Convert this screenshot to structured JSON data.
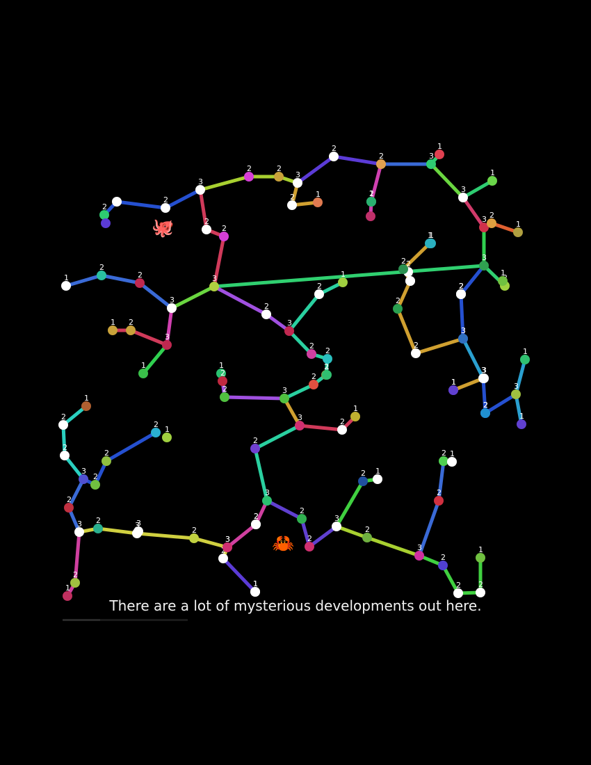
{
  "caption": "There are a lot of mysterious developments out here.",
  "creatures": [
    {
      "id": "octopus",
      "icon": "octopus-icon",
      "glyph": "🐙",
      "color": "#7b4fb0"
    },
    {
      "id": "crab",
      "icon": "crab-icon",
      "glyph": "🦀",
      "color": "#c62828"
    }
  ],
  "progress": 0.3,
  "nodes": [
    {
      "id": "n1",
      "label": "",
      "color": "#ffffff"
    },
    {
      "id": "n2",
      "label": "2",
      "color": "#ffffff"
    },
    {
      "id": "n3",
      "label": "2",
      "color": "#2ecc71"
    },
    {
      "id": "n4",
      "label": "",
      "color": "#5b3bd6"
    },
    {
      "id": "n5",
      "label": "3",
      "color": "#ffffff"
    },
    {
      "id": "n6",
      "label": "2",
      "color": "#d63fd6"
    },
    {
      "id": "n7",
      "label": "2",
      "color": "#c9a23a"
    },
    {
      "id": "n8",
      "label": "3",
      "color": "#ffffff"
    },
    {
      "id": "n9",
      "label": "2",
      "color": "#ffffff"
    },
    {
      "id": "n10",
      "label": "1",
      "color": "#e07a50"
    },
    {
      "id": "n11",
      "label": "2",
      "color": "#ffffff"
    },
    {
      "id": "n12",
      "label": "2",
      "color": "#e0a050"
    },
    {
      "id": "n13",
      "label": "2",
      "color": "#2ecc71"
    },
    {
      "id": "n14",
      "label": "",
      "color": "#c0306a"
    },
    {
      "id": "n15",
      "label": "3",
      "color": "#2ecc71"
    },
    {
      "id": "n16",
      "label": "1",
      "color": "#e04050"
    },
    {
      "id": "n17",
      "label": "3",
      "color": "#ffffff"
    },
    {
      "id": "n18",
      "label": "1",
      "color": "#6ad64a"
    },
    {
      "id": "n19",
      "label": "3",
      "color": "#d0304a"
    },
    {
      "id": "n20",
      "label": "2",
      "color": "#e0a040"
    },
    {
      "id": "n21",
      "label": "1",
      "color": "#b0a040"
    },
    {
      "id": "n22",
      "label": "2",
      "color": "#ffffff"
    },
    {
      "id": "n23",
      "label": "2",
      "color": "#d63fd6"
    },
    {
      "id": "n24",
      "label": "3",
      "color": "#b0d040"
    },
    {
      "id": "n25",
      "label": "1",
      "color": "#ffffff"
    },
    {
      "id": "n26",
      "label": "2",
      "color": "#2ac0a0"
    },
    {
      "id": "n27",
      "label": "2",
      "color": "#c02850"
    },
    {
      "id": "n28",
      "label": "3",
      "color": "#ffffff"
    },
    {
      "id": "n29",
      "label": "2",
      "color": "#ffffff"
    },
    {
      "id": "n30",
      "label": "3",
      "color": "#c02850"
    },
    {
      "id": "n31",
      "label": "1",
      "color": "#c9a23a"
    },
    {
      "id": "n32",
      "label": "2",
      "color": "#c9a23a"
    },
    {
      "id": "n33",
      "label": "1",
      "color": "#3ac04a"
    },
    {
      "id": "n34",
      "label": "2",
      "color": "#ffffff"
    },
    {
      "id": "n35",
      "label": "3",
      "color": "#c02850"
    },
    {
      "id": "n36",
      "label": "2",
      "color": "#ffffff"
    },
    {
      "id": "n37",
      "label": "1",
      "color": "#a0d040"
    },
    {
      "id": "n38",
      "label": "2",
      "color": "#d040a0"
    },
    {
      "id": "n39",
      "label": "2",
      "color": "#2ac0c0"
    },
    {
      "id": "n40",
      "label": "1",
      "color": "#2ab0c0"
    },
    {
      "id": "n41",
      "label": "2",
      "color": "#2a9050"
    },
    {
      "id": "n42",
      "label": "2",
      "color": "#ffffff"
    },
    {
      "id": "n43",
      "label": "2",
      "color": "#2aa050"
    },
    {
      "id": "n44",
      "label": "2",
      "color": "#ffffff"
    },
    {
      "id": "n45",
      "label": "3",
      "color": "#3070c0"
    },
    {
      "id": "n46",
      "label": "2",
      "color": "#2ecc71"
    },
    {
      "id": "n47",
      "label": "2",
      "color": "#ffffff"
    },
    {
      "id": "n48",
      "label": "2",
      "color": "#a0d040"
    },
    {
      "id": "n49",
      "label": "3",
      "color": "#ffffff"
    },
    {
      "id": "n50",
      "label": "1",
      "color": "#6a3ad6"
    },
    {
      "id": "n51",
      "label": "1",
      "color": "#2ac070"
    },
    {
      "id": "n52",
      "label": "2",
      "color": "#c02840"
    },
    {
      "id": "n53",
      "label": "2",
      "color": "#50c040"
    },
    {
      "id": "n54",
      "label": "3",
      "color": "#50c040"
    },
    {
      "id": "n55",
      "label": "2",
      "color": "#e05040"
    },
    {
      "id": "n56",
      "label": "2",
      "color": "#90a040"
    },
    {
      "id": "n57",
      "label": "2",
      "color": "#ffffff"
    },
    {
      "id": "n58",
      "label": "1",
      "color": "#c0b030"
    },
    {
      "id": "n59",
      "label": "3",
      "color": "#d03070"
    },
    {
      "id": "n60",
      "label": "2",
      "color": "#7040d0"
    },
    {
      "id": "n61",
      "label": "3",
      "color": "#2ac070"
    },
    {
      "id": "n62",
      "label": "2",
      "color": "#ffffff"
    },
    {
      "id": "n63",
      "label": "2",
      "color": "#30b050"
    },
    {
      "id": "n64",
      "label": "2",
      "color": "#d03070"
    },
    {
      "id": "n65",
      "label": "3",
      "color": "#d03070"
    },
    {
      "id": "n66",
      "label": "2",
      "color": "#ffffff"
    },
    {
      "id": "n67",
      "label": "1",
      "color": "#ffffff"
    },
    {
      "id": "n68",
      "label": "3",
      "color": "#ffffff"
    },
    {
      "id": "n69",
      "label": "2",
      "color": "#2050a0"
    },
    {
      "id": "n70",
      "label": "1",
      "color": "#ffffff"
    },
    {
      "id": "n71",
      "label": "2",
      "color": "#70b040"
    },
    {
      "id": "n72",
      "label": "3",
      "color": "#d030a0"
    },
    {
      "id": "n73",
      "label": "2",
      "color": "#5040d0"
    },
    {
      "id": "n74",
      "label": "2",
      "color": "#ffffff"
    },
    {
      "id": "n75",
      "label": "2",
      "color": "#ffffff"
    },
    {
      "id": "n76",
      "label": "1",
      "color": "#70c040"
    },
    {
      "id": "n77",
      "label": "2",
      "color": "#d03040"
    },
    {
      "id": "n78",
      "label": "2",
      "color": "#50d050"
    },
    {
      "id": "n79",
      "label": "1",
      "color": "#ffffff"
    },
    {
      "id": "n80",
      "label": "1",
      "color": "#b06030"
    },
    {
      "id": "n81",
      "label": "2",
      "color": "#ffffff"
    },
    {
      "id": "n82",
      "label": "2",
      "color": "#ffffff"
    },
    {
      "id": "n83",
      "label": "3",
      "color": "#5050d0"
    },
    {
      "id": "n84",
      "label": "2",
      "color": "#70c040"
    },
    {
      "id": "n85",
      "label": "2",
      "color": "#90c040"
    },
    {
      "id": "n86",
      "label": "2",
      "color": "#2ab0d0"
    },
    {
      "id": "n87",
      "label": "1",
      "color": "#a0d040"
    },
    {
      "id": "n88",
      "label": "2",
      "color": "#c03040"
    },
    {
      "id": "n89",
      "label": "3",
      "color": "#ffffff"
    },
    {
      "id": "n90",
      "label": "2",
      "color": "#2ab090"
    },
    {
      "id": "n91",
      "label": "3",
      "color": "#ffffff"
    },
    {
      "id": "n92",
      "label": "2",
      "color": "#c0d040"
    },
    {
      "id": "n93",
      "label": "3",
      "color": "#d03070"
    },
    {
      "id": "n94",
      "label": "2",
      "color": "#ffffff"
    },
    {
      "id": "n95",
      "label": "1",
      "color": "#ffffff"
    },
    {
      "id": "n96",
      "label": "2",
      "color": "#a0c040"
    },
    {
      "id": "n97",
      "label": "1",
      "color": "#c03060"
    },
    {
      "id": "n98",
      "label": "3",
      "color": "#ffffff"
    },
    {
      "id": "n99",
      "label": "3",
      "color": "#ffffff"
    },
    {
      "id": "n100",
      "label": "2",
      "color": "#5030c0"
    },
    {
      "id": "n101",
      "label": "1",
      "color": "#30c070"
    },
    {
      "id": "n102",
      "label": "1",
      "color": "#2ab0c0"
    },
    {
      "id": "n103",
      "label": "2",
      "color": "#ffffff"
    },
    {
      "id": "n104",
      "label": "1",
      "color": "#70c040"
    },
    {
      "id": "n105",
      "label": "2",
      "color": "#ffffff"
    },
    {
      "id": "n106",
      "label": "3",
      "color": "#30a050"
    },
    {
      "id": "n107",
      "label": "2",
      "color": "#ffffff"
    },
    {
      "id": "n108",
      "label": "3",
      "color": "#3070c0"
    },
    {
      "id": "n109",
      "label": "1",
      "color": "#2ab070"
    },
    {
      "id": "n110",
      "label": "3",
      "color": "#a0c040"
    },
    {
      "id": "n111",
      "label": "2",
      "color": "#3060b0"
    },
    {
      "id": "n112",
      "label": "1",
      "color": "#6040d0"
    },
    {
      "id": "n113",
      "label": "1",
      "color": "#6040d0"
    },
    {
      "id": "n114",
      "label": "1",
      "color": "#30c070"
    },
    {
      "id": "n115",
      "label": "2",
      "color": "#2090d0"
    }
  ],
  "edges": [
    {
      "a": "n1",
      "b": "n2",
      "color": "#2550d0"
    },
    {
      "a": "n1",
      "b": "n3",
      "color": "#2550d0"
    },
    {
      "a": "n3",
      "b": "n4",
      "color": "#2550d0"
    },
    {
      "a": "n2",
      "b": "n5",
      "color": "#2550d0"
    },
    {
      "a": "n5",
      "b": "n6",
      "color": "#a8d030"
    },
    {
      "a": "n6",
      "b": "n7",
      "color": "#a8d030"
    },
    {
      "a": "n7",
      "b": "n8",
      "color": "#a8d030"
    },
    {
      "a": "n8",
      "b": "n9",
      "color": "#d0a030"
    },
    {
      "a": "n9",
      "b": "n10",
      "color": "#d0a030"
    },
    {
      "a": "n8",
      "b": "n11",
      "color": "#5b3bd6"
    },
    {
      "a": "n11",
      "b": "n12",
      "color": "#5b3bd6"
    },
    {
      "a": "n12",
      "b": "n13",
      "color": "#d040b0"
    },
    {
      "a": "n13",
      "b": "n14",
      "color": "#d040b0"
    },
    {
      "a": "n12",
      "b": "n15",
      "color": "#3a6ad6"
    },
    {
      "a": "n15",
      "b": "n16",
      "color": "#2ecc71"
    },
    {
      "a": "n15",
      "b": "n17",
      "color": "#6ad640"
    },
    {
      "a": "n17",
      "b": "n18",
      "color": "#2ecc71"
    },
    {
      "a": "n17",
      "b": "n19",
      "color": "#d03a6a"
    },
    {
      "a": "n19",
      "b": "n20",
      "color": "#e06030"
    },
    {
      "a": "n20",
      "b": "n21",
      "color": "#e06030"
    },
    {
      "a": "n19",
      "b": "n106",
      "color": "#30d050"
    },
    {
      "a": "n106",
      "b": "n24",
      "color": "#30d070"
    },
    {
      "a": "n5",
      "b": "n22",
      "color": "#d03a5a"
    },
    {
      "a": "n22",
      "b": "n23",
      "color": "#d03a5a"
    },
    {
      "a": "n23",
      "b": "n24",
      "color": "#d03a5a"
    },
    {
      "a": "n24",
      "b": "n28",
      "color": "#6ad640"
    },
    {
      "a": "n28",
      "b": "n27",
      "color": "#3a6ad6"
    },
    {
      "a": "n27",
      "b": "n26",
      "color": "#3a6ad6"
    },
    {
      "a": "n26",
      "b": "n25",
      "color": "#3a6ad6"
    },
    {
      "a": "n28",
      "b": "n30",
      "color": "#d040b0"
    },
    {
      "a": "n30",
      "b": "n32",
      "color": "#d03a5a"
    },
    {
      "a": "n32",
      "b": "n31",
      "color": "#d03a5a"
    },
    {
      "a": "n30",
      "b": "n33",
      "color": "#30d050"
    },
    {
      "a": "n24",
      "b": "n29",
      "color": "#a050e0"
    },
    {
      "a": "n29",
      "b": "n35",
      "color": "#a050e0"
    },
    {
      "a": "n35",
      "b": "n34",
      "color": "#2ad0a0"
    },
    {
      "a": "n34",
      "b": "n37",
      "color": "#2ad0a0"
    },
    {
      "a": "n35",
      "b": "n38",
      "color": "#2ad0a0"
    },
    {
      "a": "n38",
      "b": "n39",
      "color": "#2ad0a0"
    },
    {
      "a": "n39",
      "b": "n56",
      "color": "#2ad0a0"
    },
    {
      "a": "n40",
      "b": "n41",
      "color": "#d0a030"
    },
    {
      "a": "n41",
      "b": "n42",
      "color": "#d0a030"
    },
    {
      "a": "n42",
      "b": "n43",
      "color": "#d0a030"
    },
    {
      "a": "n43",
      "b": "n44",
      "color": "#d0a030"
    },
    {
      "a": "n44",
      "b": "n45",
      "color": "#d0a030"
    },
    {
      "a": "n45",
      "b": "n47",
      "color": "#2550d0"
    },
    {
      "a": "n47",
      "b": "n46",
      "color": "#2550d0"
    },
    {
      "a": "n46",
      "b": "n106",
      "color": "#2550d0"
    },
    {
      "a": "n106",
      "b": "n48",
      "color": "#30d070"
    },
    {
      "a": "n45",
      "b": "n49",
      "color": "#2aa0d0"
    },
    {
      "a": "n49",
      "b": "n50",
      "color": "#d0a030"
    },
    {
      "a": "n49",
      "b": "n111",
      "color": "#2550d0"
    },
    {
      "a": "n111",
      "b": "n110",
      "color": "#2550d0"
    },
    {
      "a": "n110",
      "b": "n112",
      "color": "#2aa0d0"
    },
    {
      "a": "n110",
      "b": "n114",
      "color": "#2aa0d0"
    },
    {
      "a": "n51",
      "b": "n52",
      "color": "#a050e0"
    },
    {
      "a": "n52",
      "b": "n53",
      "color": "#a050e0"
    },
    {
      "a": "n53",
      "b": "n54",
      "color": "#a050e0"
    },
    {
      "a": "n54",
      "b": "n55",
      "color": "#2ad0a0"
    },
    {
      "a": "n55",
      "b": "n56",
      "color": "#2ad0a0"
    },
    {
      "a": "n54",
      "b": "n59",
      "color": "#d0a030"
    },
    {
      "a": "n59",
      "b": "n57",
      "color": "#d03a5a"
    },
    {
      "a": "n57",
      "b": "n58",
      "color": "#d03a5a"
    },
    {
      "a": "n59",
      "b": "n60",
      "color": "#2ad0a0"
    },
    {
      "a": "n60",
      "b": "n61",
      "color": "#2ad0a0"
    },
    {
      "a": "n61",
      "b": "n62",
      "color": "#d040a0"
    },
    {
      "a": "n62",
      "b": "n65",
      "color": "#d040a0"
    },
    {
      "a": "n61",
      "b": "n63",
      "color": "#6040d0"
    },
    {
      "a": "n63",
      "b": "n64",
      "color": "#6040d0"
    },
    {
      "a": "n64",
      "b": "n68",
      "color": "#6040d0"
    },
    {
      "a": "n68",
      "b": "n69",
      "color": "#40d040"
    },
    {
      "a": "n69",
      "b": "n70",
      "color": "#40d040"
    },
    {
      "a": "n68",
      "b": "n71",
      "color": "#a8d030"
    },
    {
      "a": "n71",
      "b": "n72",
      "color": "#a8d030"
    },
    {
      "a": "n72",
      "b": "n73",
      "color": "#40d040"
    },
    {
      "a": "n73",
      "b": "n74",
      "color": "#40d040"
    },
    {
      "a": "n74",
      "b": "n75",
      "color": "#40d040"
    },
    {
      "a": "n75",
      "b": "n76",
      "color": "#40d040"
    },
    {
      "a": "n72",
      "b": "n77",
      "color": "#3a6ad6"
    },
    {
      "a": "n77",
      "b": "n78",
      "color": "#3a6ad6"
    },
    {
      "a": "n78",
      "b": "n79",
      "color": "#3a6ad6"
    },
    {
      "a": "n65",
      "b": "n66",
      "color": "#d0d040"
    },
    {
      "a": "n66",
      "b": "n67",
      "color": "#5b3bd6"
    },
    {
      "a": "n65",
      "b": "n92",
      "color": "#d0d040"
    },
    {
      "a": "n92",
      "b": "n91",
      "color": "#d0d040"
    },
    {
      "a": "n91",
      "b": "n90",
      "color": "#d0d040"
    },
    {
      "a": "n90",
      "b": "n89",
      "color": "#d0d040"
    },
    {
      "a": "n89",
      "b": "n88",
      "color": "#3a6ad6"
    },
    {
      "a": "n88",
      "b": "n83",
      "color": "#3a6ad6"
    },
    {
      "a": "n89",
      "b": "n96",
      "color": "#d040a0"
    },
    {
      "a": "n96",
      "b": "n97",
      "color": "#d040a0"
    },
    {
      "a": "n83",
      "b": "n82",
      "color": "#2ad0c0"
    },
    {
      "a": "n82",
      "b": "n81",
      "color": "#2ad0c0"
    },
    {
      "a": "n81",
      "b": "n80",
      "color": "#2ad0c0"
    },
    {
      "a": "n83",
      "b": "n84",
      "color": "#2550d0"
    },
    {
      "a": "n84",
      "b": "n85",
      "color": "#2550d0"
    },
    {
      "a": "n85",
      "b": "n86",
      "color": "#2550d0"
    }
  ]
}
